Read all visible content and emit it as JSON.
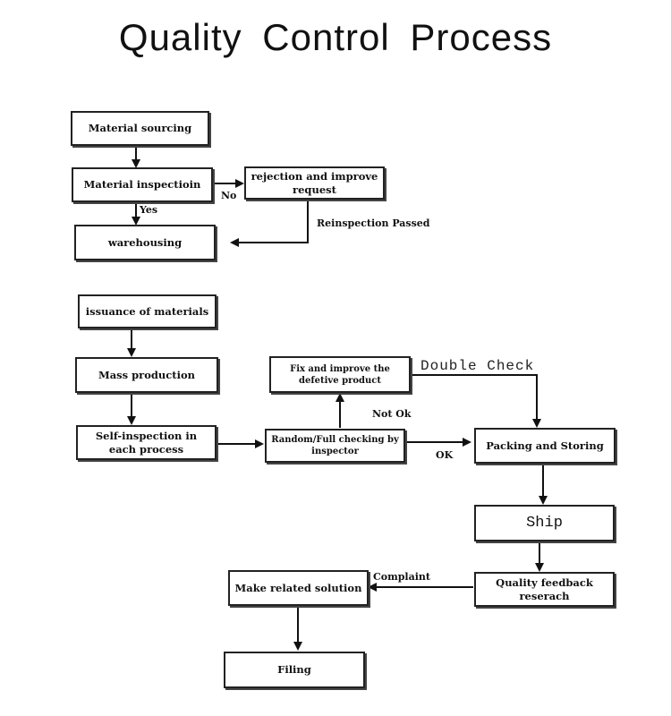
{
  "title": "Quality Control Process",
  "boxes": {
    "material_sourcing": "Material sourcing",
    "material_inspection": "Material inspectioin",
    "rejection": "rejection and improve request",
    "warehousing": "warehousing",
    "issuance": "issuance of materials",
    "mass_production": "Mass production",
    "self_inspection": "Self-inspection in each process",
    "random_check": "Random/Full checking by inspector",
    "fix_improve": "Fix and improve the defetive product",
    "packing": "Packing and Storing",
    "ship": "Ship",
    "quality_feedback": "Quality feedback reserach",
    "make_solution": "Make related solution",
    "filing": "Filing"
  },
  "labels": {
    "no": "No",
    "yes": "Yes",
    "reinspection": "Reinspection Passed",
    "double_check": "Double Check",
    "not_ok": "Not Ok",
    "ok": "OK",
    "complaint": "Complaint"
  }
}
